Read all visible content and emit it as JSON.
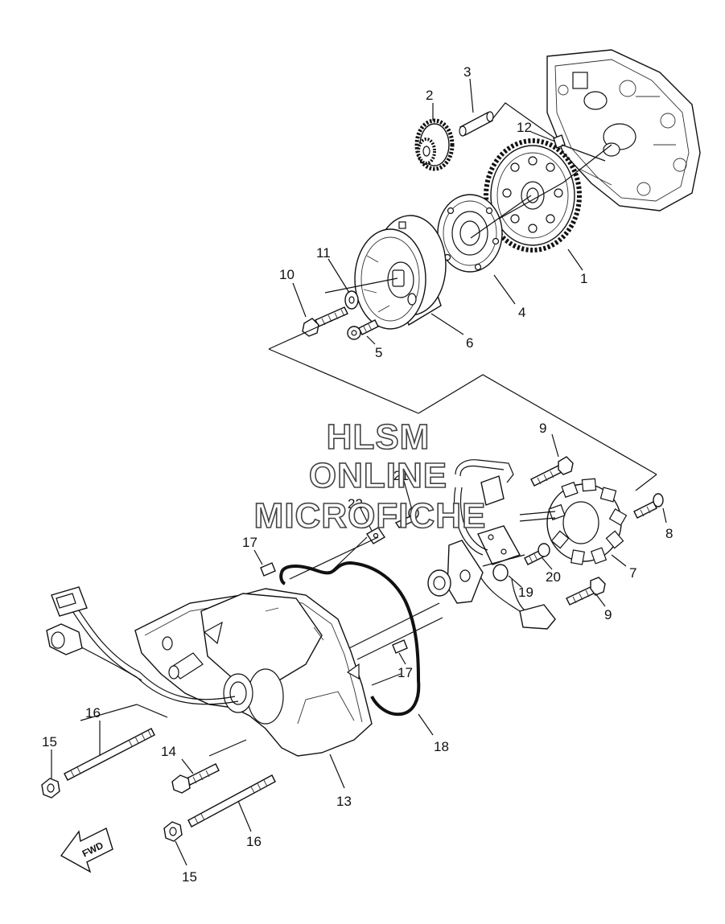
{
  "watermark": {
    "line1": "HLSM",
    "line2": "ONLINE",
    "line3": "MICROFICHE"
  },
  "direction_arrow": {
    "text": "FWD"
  },
  "callouts": {
    "c1": "1",
    "c2": "2",
    "c3": "3",
    "c4": "4",
    "c5": "5",
    "c6": "6",
    "c7": "7",
    "c8": "8",
    "c9a": "9",
    "c9b": "9",
    "c10": "10",
    "c11": "11",
    "c12": "12",
    "c13": "13",
    "c14": "14",
    "c15a": "15",
    "c15b": "15",
    "c16a": "16",
    "c16b": "16",
    "c17a": "17",
    "c17b": "17",
    "c18": "18",
    "c19": "19",
    "c20": "20",
    "c21": "21",
    "c22": "22"
  }
}
